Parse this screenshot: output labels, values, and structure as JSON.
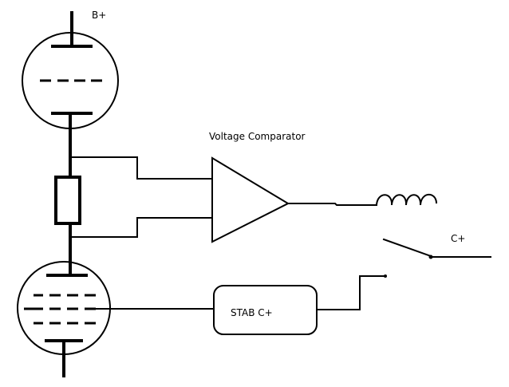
{
  "labels": {
    "supply_top": "B+",
    "comparator": "Voltage Comparator",
    "switch_contact": "C+",
    "stab_box": "STAB C+"
  },
  "colors": {
    "ink": "#000000",
    "background": "#ffffff"
  }
}
